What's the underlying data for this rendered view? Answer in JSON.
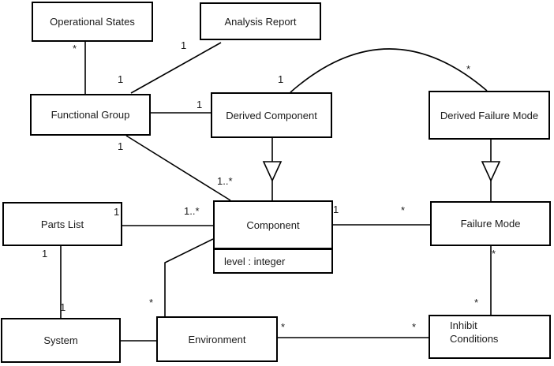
{
  "diagram": {
    "kind": "uml-class-diagram",
    "colors": {
      "background": "#ffffff",
      "line": "#000000",
      "text": "#1a1a1a"
    }
  },
  "classes": {
    "operational_states": {
      "name": "Operational States"
    },
    "analysis_report": {
      "name": "Analysis Report"
    },
    "functional_group": {
      "name": "Functional Group"
    },
    "derived_component": {
      "name": "Derived Component"
    },
    "derived_failure_mode": {
      "name": "Derived Failure Mode"
    },
    "parts_list": {
      "name": "Parts List"
    },
    "component": {
      "name": "Component",
      "attributes": [
        "level : integer"
      ]
    },
    "failure_mode": {
      "name": "Failure Mode"
    },
    "system": {
      "name": "System"
    },
    "environment": {
      "name": "Environment"
    },
    "inhibit_conditions": {
      "name": "Inhibit Conditions",
      "name_lines": [
        "Inhibit",
        "Conditions"
      ]
    }
  },
  "associations": [
    {
      "from": "Operational States",
      "to": "Functional Group",
      "labels": [
        {
          "end": "Operational States",
          "text": "*"
        }
      ]
    },
    {
      "from": "Analysis Report",
      "to": "Functional Group",
      "labels": [
        {
          "end": "Analysis Report",
          "text": "1"
        },
        {
          "end": "Functional Group",
          "text": "1"
        }
      ]
    },
    {
      "from": "Functional Group",
      "to": "Derived Component",
      "labels": [
        {
          "end": "Derived Component",
          "text": "1"
        }
      ]
    },
    {
      "from": "Functional Group",
      "to": "Component",
      "labels": [
        {
          "end": "Functional Group",
          "text": "1"
        },
        {
          "end": "Component",
          "text": "1..*"
        }
      ]
    },
    {
      "from": "Derived Component",
      "to": "Derived Failure Mode",
      "shape": "arc",
      "labels": [
        {
          "end": "Derived Component",
          "text": "1"
        },
        {
          "end": "Derived Failure Mode",
          "text": "*"
        }
      ]
    },
    {
      "from": "Parts List",
      "to": "Component",
      "labels": [
        {
          "end": "Parts List",
          "text": "1"
        },
        {
          "end": "Component",
          "text": "1..*"
        }
      ]
    },
    {
      "from": "Parts List",
      "to": "System",
      "labels": [
        {
          "end": "Parts List",
          "text": "1"
        },
        {
          "end": "System",
          "text": "1"
        }
      ]
    },
    {
      "from": "System",
      "to": "Environment",
      "labels": []
    },
    {
      "from": "Environment",
      "to": "Component",
      "labels": [
        {
          "end": "Environment",
          "text": "*"
        }
      ]
    },
    {
      "from": "Component",
      "to": "Failure Mode",
      "labels": [
        {
          "end": "Component",
          "text": "1"
        },
        {
          "end": "Failure Mode",
          "text": "*"
        }
      ]
    },
    {
      "from": "Failure Mode",
      "to": "Inhibit Conditions",
      "labels": [
        {
          "end": "Failure Mode",
          "text": "*"
        },
        {
          "end": "Inhibit Conditions",
          "text": "*"
        }
      ]
    },
    {
      "from": "Environment",
      "to": "Inhibit Conditions",
      "labels": [
        {
          "end": "Environment",
          "text": "*"
        },
        {
          "end": "Inhibit Conditions",
          "text": "*"
        }
      ]
    }
  ],
  "generalizations": [
    {
      "child": "Derived Component",
      "parent": "Component"
    },
    {
      "child": "Derived Failure Mode",
      "parent": "Failure Mode"
    }
  ]
}
